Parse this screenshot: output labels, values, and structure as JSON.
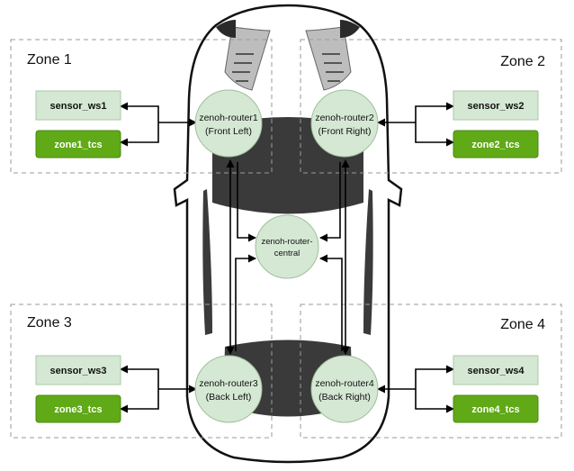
{
  "zones": [
    {
      "id": "zone1",
      "label": "Zone 1",
      "sensor": "sensor_ws1",
      "tcs": "zone1_tcs"
    },
    {
      "id": "zone2",
      "label": "Zone 2",
      "sensor": "sensor_ws2",
      "tcs": "zone2_tcs"
    },
    {
      "id": "zone3",
      "label": "Zone 3",
      "sensor": "sensor_ws3",
      "tcs": "zone3_tcs"
    },
    {
      "id": "zone4",
      "label": "Zone 4",
      "sensor": "sensor_ws4",
      "tcs": "zone4_tcs"
    }
  ],
  "routers": {
    "r1": {
      "line1": "zenoh-router1",
      "line2": "(Front Left)"
    },
    "r2": {
      "line1": "zenoh-router2",
      "line2": "(Front Right)"
    },
    "r3": {
      "line1": "zenoh-router3",
      "line2": "(Back Left)"
    },
    "r4": {
      "line1": "zenoh-router4",
      "line2": "(Back Right)"
    },
    "central": {
      "line1": "zenoh-router-",
      "line2": "central"
    }
  },
  "colors": {
    "sensor_fill": "#d5e8d4",
    "sensor_stroke": "#a9c9a4",
    "tcs_fill": "#60a917",
    "tcs_stroke": "#4a8a10",
    "node_fill": "#d5e8d4",
    "node_stroke": "#9fbf9a",
    "zone_border": "#9a9a9a",
    "arrow": "#000000"
  }
}
